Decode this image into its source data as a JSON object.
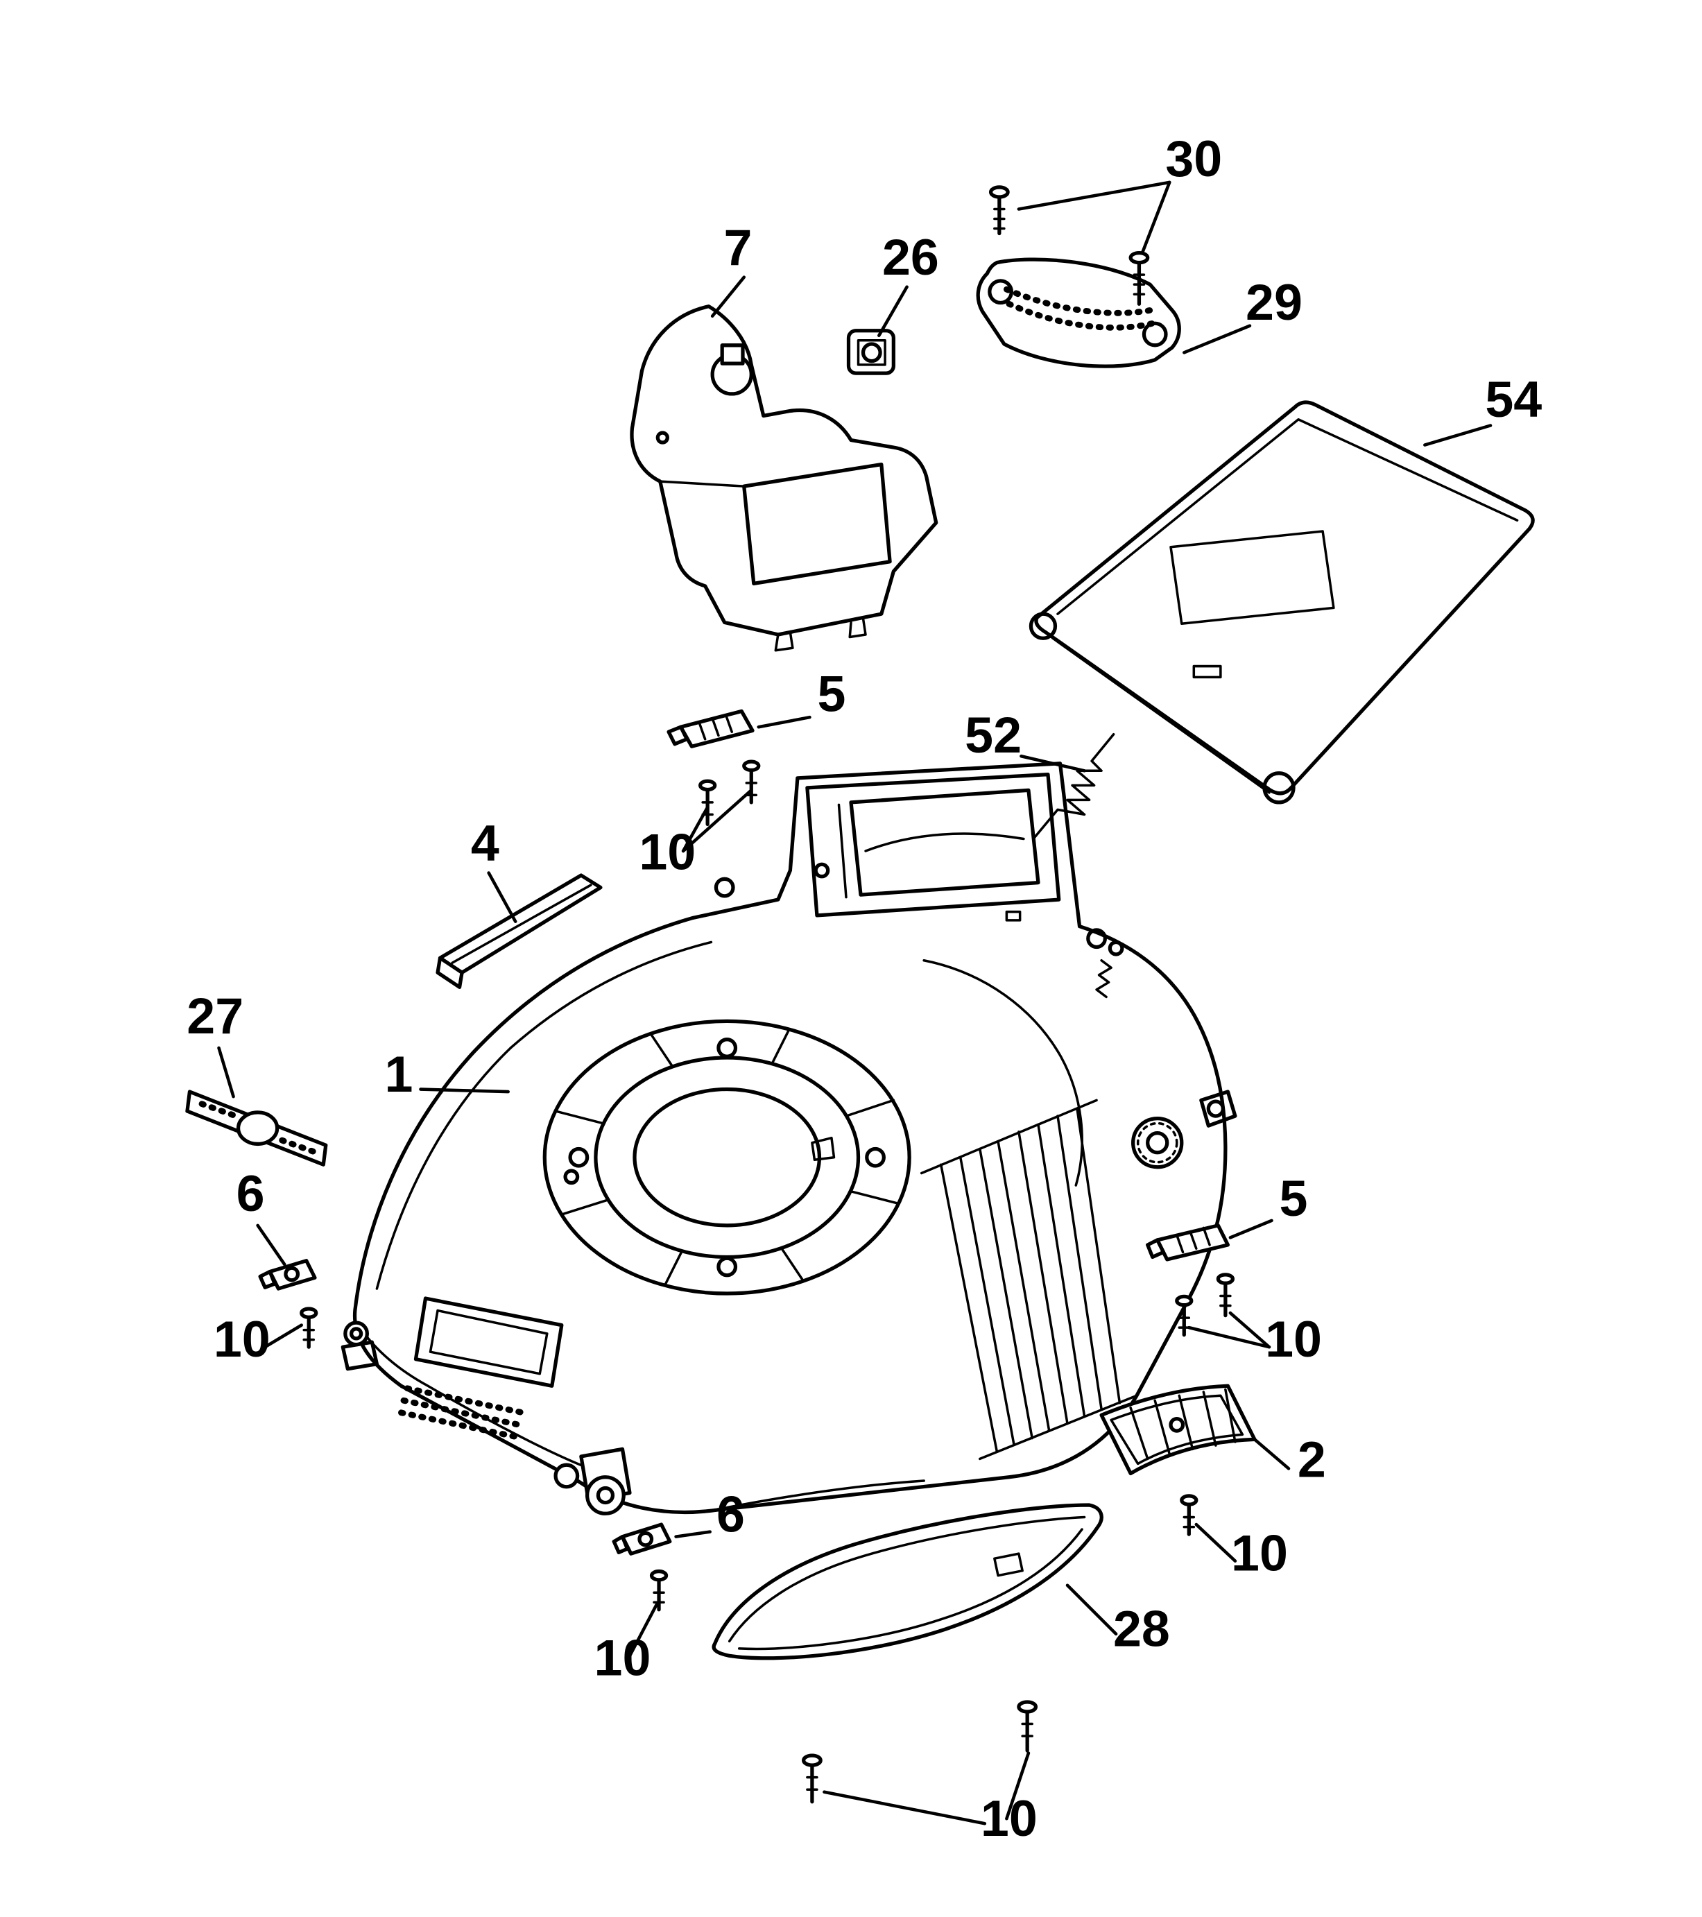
{
  "diagram": {
    "kind": "exploded-parts-diagram",
    "background_color": "#ffffff",
    "line_color": "#000000",
    "unique_part_numbers": [
      "1",
      "2",
      "4",
      "5",
      "6",
      "7",
      "10",
      "26",
      "27",
      "28",
      "29",
      "30",
      "52",
      "54"
    ],
    "callouts": [
      {
        "label": "30"
      },
      {
        "label": "7"
      },
      {
        "label": "26"
      },
      {
        "label": "29"
      },
      {
        "label": "54"
      },
      {
        "label": "5"
      },
      {
        "label": "52"
      },
      {
        "label": "4"
      },
      {
        "label": "10"
      },
      {
        "label": "27"
      },
      {
        "label": "1"
      },
      {
        "label": "6"
      },
      {
        "label": "5"
      },
      {
        "label": "10"
      },
      {
        "label": "10"
      },
      {
        "label": "2"
      },
      {
        "label": "6"
      },
      {
        "label": "10"
      },
      {
        "label": "28"
      },
      {
        "label": "10"
      },
      {
        "label": "10"
      }
    ]
  }
}
